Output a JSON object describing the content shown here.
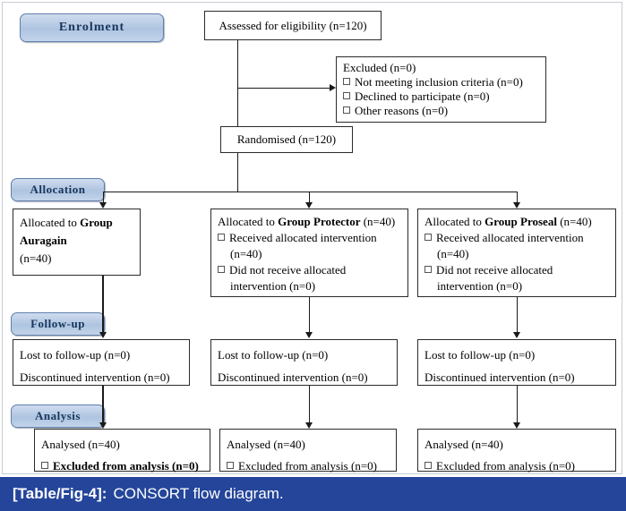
{
  "figure": {
    "caption_label": "[Table/Fig-4]:",
    "caption_text": "CONSORT flow diagram.",
    "caption_bar_color": "#24459a",
    "pill_fill_color": "#aec4e0",
    "pill_text_color": "#17365d",
    "box_border_color": "#2b2b2b"
  },
  "stages": {
    "enrolment": "Enrolment",
    "allocation": "Allocation",
    "followup": "Follow-up",
    "analysis": "Analysis"
  },
  "enrolment": {
    "assessed": "Assessed for eligibility (n=120)",
    "excluded_title": "Excluded (n=0)",
    "excluded_items": [
      "Not meeting inclusion criteria (n=0)",
      "Declined to participate (n=0)",
      "Other reasons (n=0)"
    ],
    "randomised": "Randomised (n=120)"
  },
  "allocation": [
    {
      "lead": "Allocated to ",
      "group": "Group Auragain",
      "tail": "",
      "count_line": "(n=40)",
      "items": []
    },
    {
      "lead": "Allocated to ",
      "group": "Group Protector",
      "tail": " (n=40)",
      "count_line": "",
      "items": [
        {
          "text": "Received allocated intervention",
          "cont": "(n=40)"
        },
        {
          "text": "Did not receive allocated",
          "cont": "intervention (n=0)"
        }
      ]
    },
    {
      "lead": "Allocated to ",
      "group": "Group Proseal",
      "tail": " (n=40)",
      "count_line": "",
      "items": [
        {
          "text": "Received allocated intervention",
          "cont": "(n=40)"
        },
        {
          "text": "Did not receive allocated",
          "cont": "intervention (n=0)"
        }
      ]
    }
  ],
  "followup": [
    {
      "lost": "Lost to follow-up (n=0)",
      "disc": "Discontinued intervention (n=0)"
    },
    {
      "lost": "Lost to follow-up (n=0)",
      "disc": "Discontinued intervention (n=0)"
    },
    {
      "lost": "Lost to follow-up (n=0)",
      "disc": "Discontinued intervention (n=0)"
    }
  ],
  "analysis": [
    {
      "analysed": "Analysed (n=40)",
      "excluded": "Excluded from analysis (n=0)"
    },
    {
      "analysed": "Analysed (n=40)",
      "excluded": "Excluded from analysis (n=0)"
    },
    {
      "analysed": "Analysed (n=40)",
      "excluded": "Excluded from analysis (n=0)"
    }
  ]
}
